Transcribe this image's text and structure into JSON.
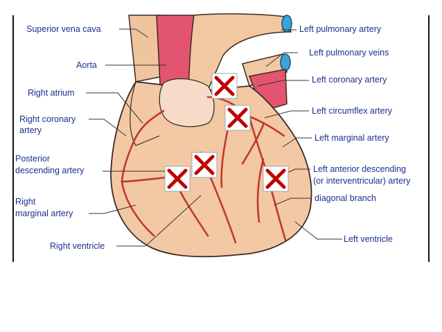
{
  "slide": {
    "labels_left": {
      "superior_vena_cava": "Superior vena cava",
      "aorta": "Aorta",
      "right_atrium": "Right atrium",
      "right_coronary_artery_l1": "Right coronary",
      "right_coronary_artery_l2": "artery",
      "posterior_descending_l1": "Posterior",
      "posterior_descending_l2": "descending artery",
      "right_marginal_l1": "Right",
      "right_marginal_l2": "marginal artery",
      "right_ventricle": "Right ventricle"
    },
    "labels_right": {
      "left_pulmonary_artery": "Left pulmonary artery",
      "left_pulmonary_veins": "Left pulmonary veins",
      "left_coronary_artery": "Left coronary artery",
      "left_circumflex_artery": "Left circumflex artery",
      "left_marginal_artery": "Left marginal artery",
      "lad_l1": "Left anterior descending",
      "lad_l2": "(or interventricular) artery",
      "diagonal_branch": "diagonal branch",
      "left_ventricle": "Left ventricle"
    },
    "colors": {
      "label_text": "#1c2f8f",
      "myocardium": "#f3c8a4",
      "aorta": "#e0506a",
      "vessel": "#c0392b",
      "cross_mark": "#c00000"
    },
    "blocked_markers_count": 5
  }
}
